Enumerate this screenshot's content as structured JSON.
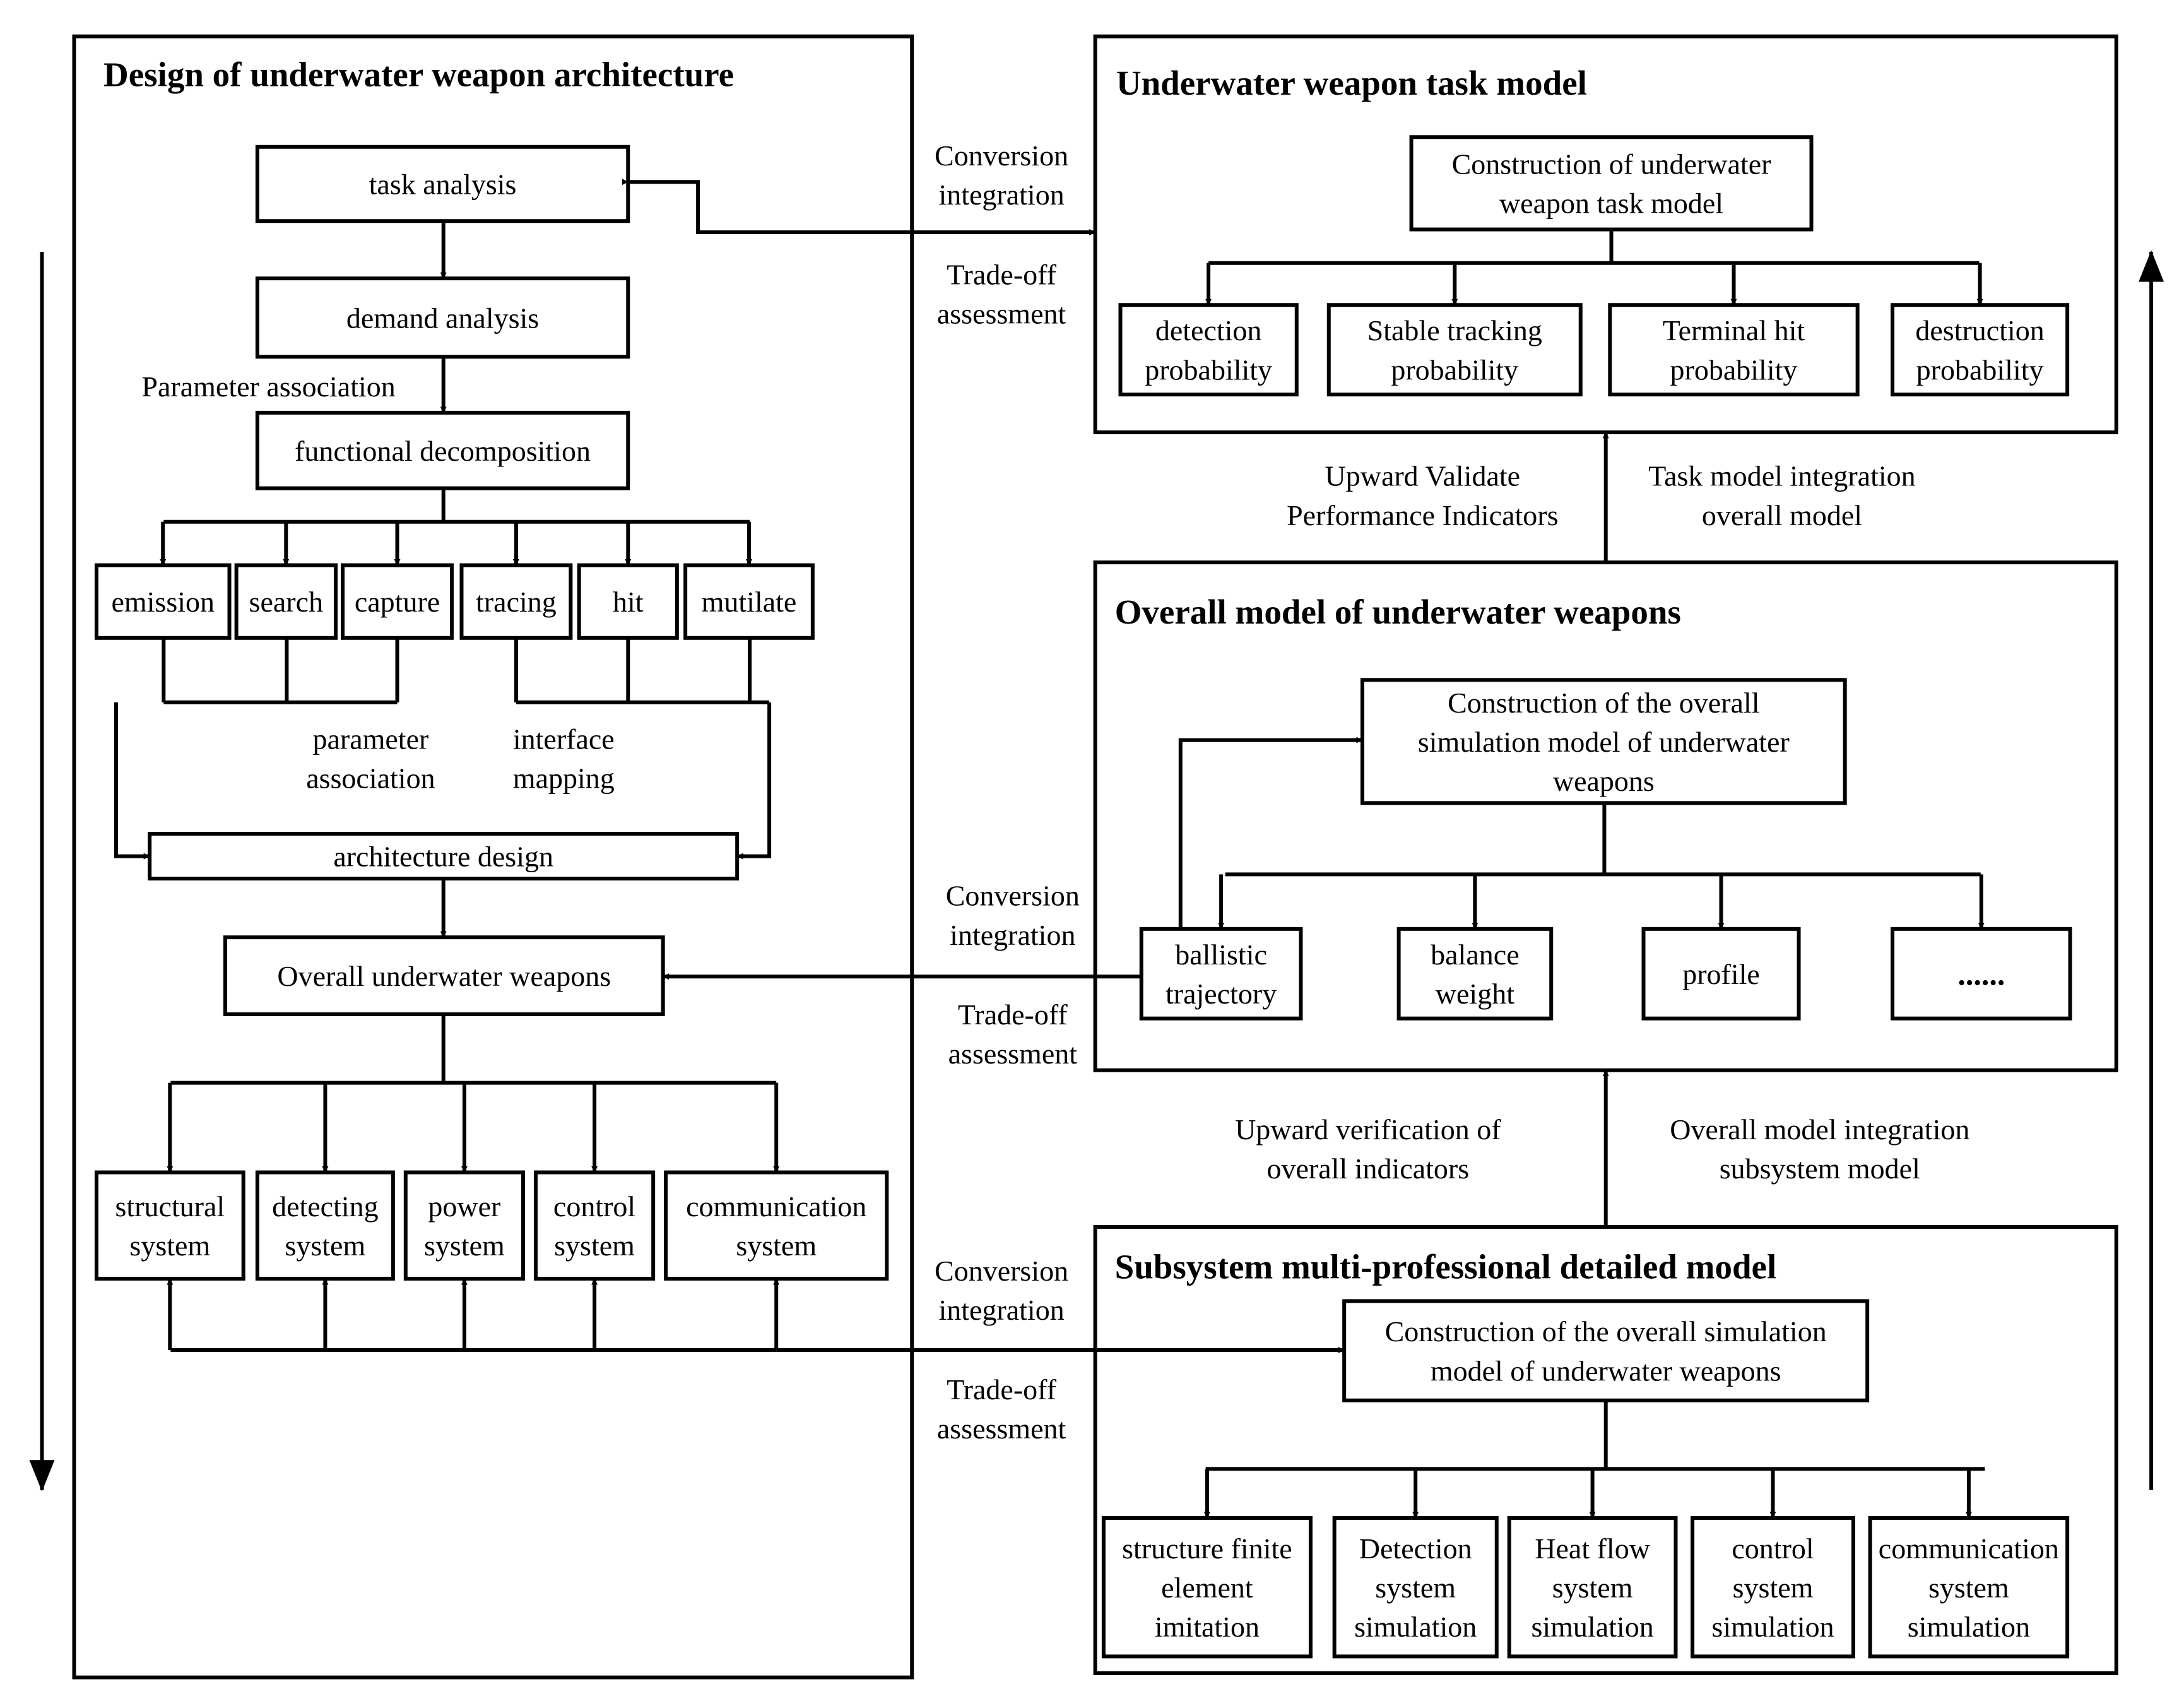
{
  "panels": {
    "architecture": "Design of underwater weapon architecture",
    "task_model": "Underwater weapon task model",
    "overall_model": "Overall model of underwater weapons",
    "subsystem_model": "Subsystem multi-professional detailed model"
  },
  "architecture": {
    "task_analysis": "task analysis",
    "demand_analysis": "demand analysis",
    "parameter_association": "Parameter association",
    "functional_decomposition": "functional decomposition",
    "functions": [
      "emission",
      "search",
      "capture",
      "tracing",
      "hit",
      "mutilate"
    ],
    "param_assoc_label": [
      "parameter",
      "association"
    ],
    "interface_mapping_label": [
      "interface",
      "mapping"
    ],
    "architecture_design": "architecture design",
    "overall_weapons": "Overall underwater weapons",
    "systems": [
      [
        "structural",
        "system"
      ],
      [
        "detecting",
        "system"
      ],
      [
        "power",
        "system"
      ],
      [
        "control",
        "system"
      ],
      [
        "communication",
        "system"
      ]
    ]
  },
  "task_model": {
    "construction": [
      "Construction of underwater",
      "weapon task model"
    ],
    "probabilities": [
      [
        "detection",
        "probability"
      ],
      [
        "Stable tracking",
        "probability"
      ],
      [
        "Terminal hit",
        "probability"
      ],
      [
        "destruction",
        "probability"
      ]
    ]
  },
  "overall_model": {
    "construction": [
      "Construction of the overall",
      "simulation model of underwater",
      "weapons"
    ],
    "items": [
      [
        "ballistic",
        "trajectory"
      ],
      [
        "balance",
        "weight"
      ],
      [
        "profile"
      ],
      [
        "......"
      ]
    ]
  },
  "subsystem_model": {
    "construction": [
      "Construction of the overall simulation",
      "model of underwater weapons"
    ],
    "items": [
      [
        "structure finite",
        "element",
        "imitation"
      ],
      [
        "Detection",
        "system",
        "simulation"
      ],
      [
        "Heat flow",
        "system",
        "simulation"
      ],
      [
        "control",
        "system",
        "simulation"
      ],
      [
        "communication",
        "system",
        "simulation"
      ]
    ]
  },
  "links": {
    "conversion_1": [
      "Conversion",
      "integration"
    ],
    "tradeoff_1": [
      "Trade-off",
      "assessment"
    ],
    "conversion_2": [
      "Conversion",
      "integration"
    ],
    "tradeoff_2": [
      "Trade-off",
      "assessment"
    ],
    "conversion_3": [
      "Conversion",
      "integration"
    ],
    "tradeoff_3": [
      "Trade-off",
      "assessment"
    ],
    "upward_validate": [
      "Upward Validate",
      "Performance Indicators"
    ],
    "task_integration": [
      "Task model integration",
      "overall model"
    ],
    "upward_verification": [
      "Upward verification of",
      "overall indicators"
    ],
    "overall_integration": [
      "Overall model integration",
      "subsystem model"
    ]
  }
}
